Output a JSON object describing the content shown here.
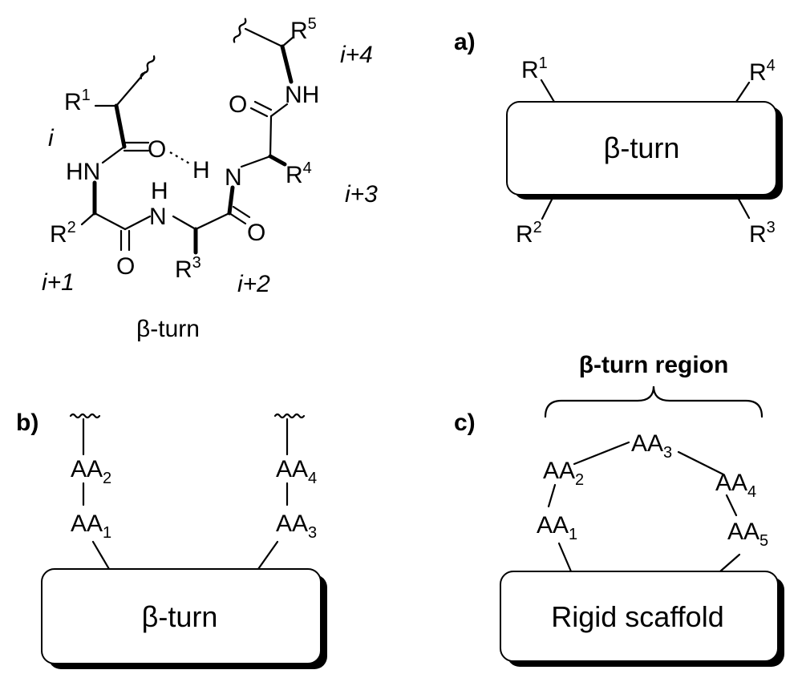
{
  "structure": {
    "r1": "R",
    "r1_sup": "1",
    "r2": "R",
    "r2_sup": "2",
    "r3": "R",
    "r3_sup": "3",
    "r4": "R",
    "r4_sup": "4",
    "r5": "R",
    "r5_sup": "5",
    "nh_top": "NH",
    "o_top": "O",
    "hn_left": "HN",
    "o_hbond": "O",
    "h_hbond": "H",
    "n_right": "N",
    "h_mid": "H",
    "n_mid": "N",
    "o_bottom_left": "O",
    "o_bottom_right": "O",
    "pos_i": "i",
    "pos_i1": "i+1",
    "pos_i2": "i+2",
    "pos_i3": "i+3",
    "pos_i4": "i+4",
    "caption": "β-turn"
  },
  "panel_a": {
    "letter": "a)",
    "box_label": "β-turn",
    "r1": "R",
    "r1_sup": "1",
    "r2": "R",
    "r2_sup": "2",
    "r3": "R",
    "r3_sup": "3",
    "r4": "R",
    "r4_sup": "4"
  },
  "panel_b": {
    "letter": "b)",
    "box_label": "β-turn",
    "aa": "AA",
    "left_top_sub": "2",
    "left_bottom_sub": "1",
    "right_top_sub": "4",
    "right_bottom_sub": "3"
  },
  "panel_c": {
    "letter": "c)",
    "region_label": "β-turn region",
    "box_label": "Rigid scaffold",
    "aa": "AA",
    "aa1_sub": "1",
    "aa2_sub": "2",
    "aa3_sub": "3",
    "aa4_sub": "4",
    "aa5_sub": "5"
  }
}
